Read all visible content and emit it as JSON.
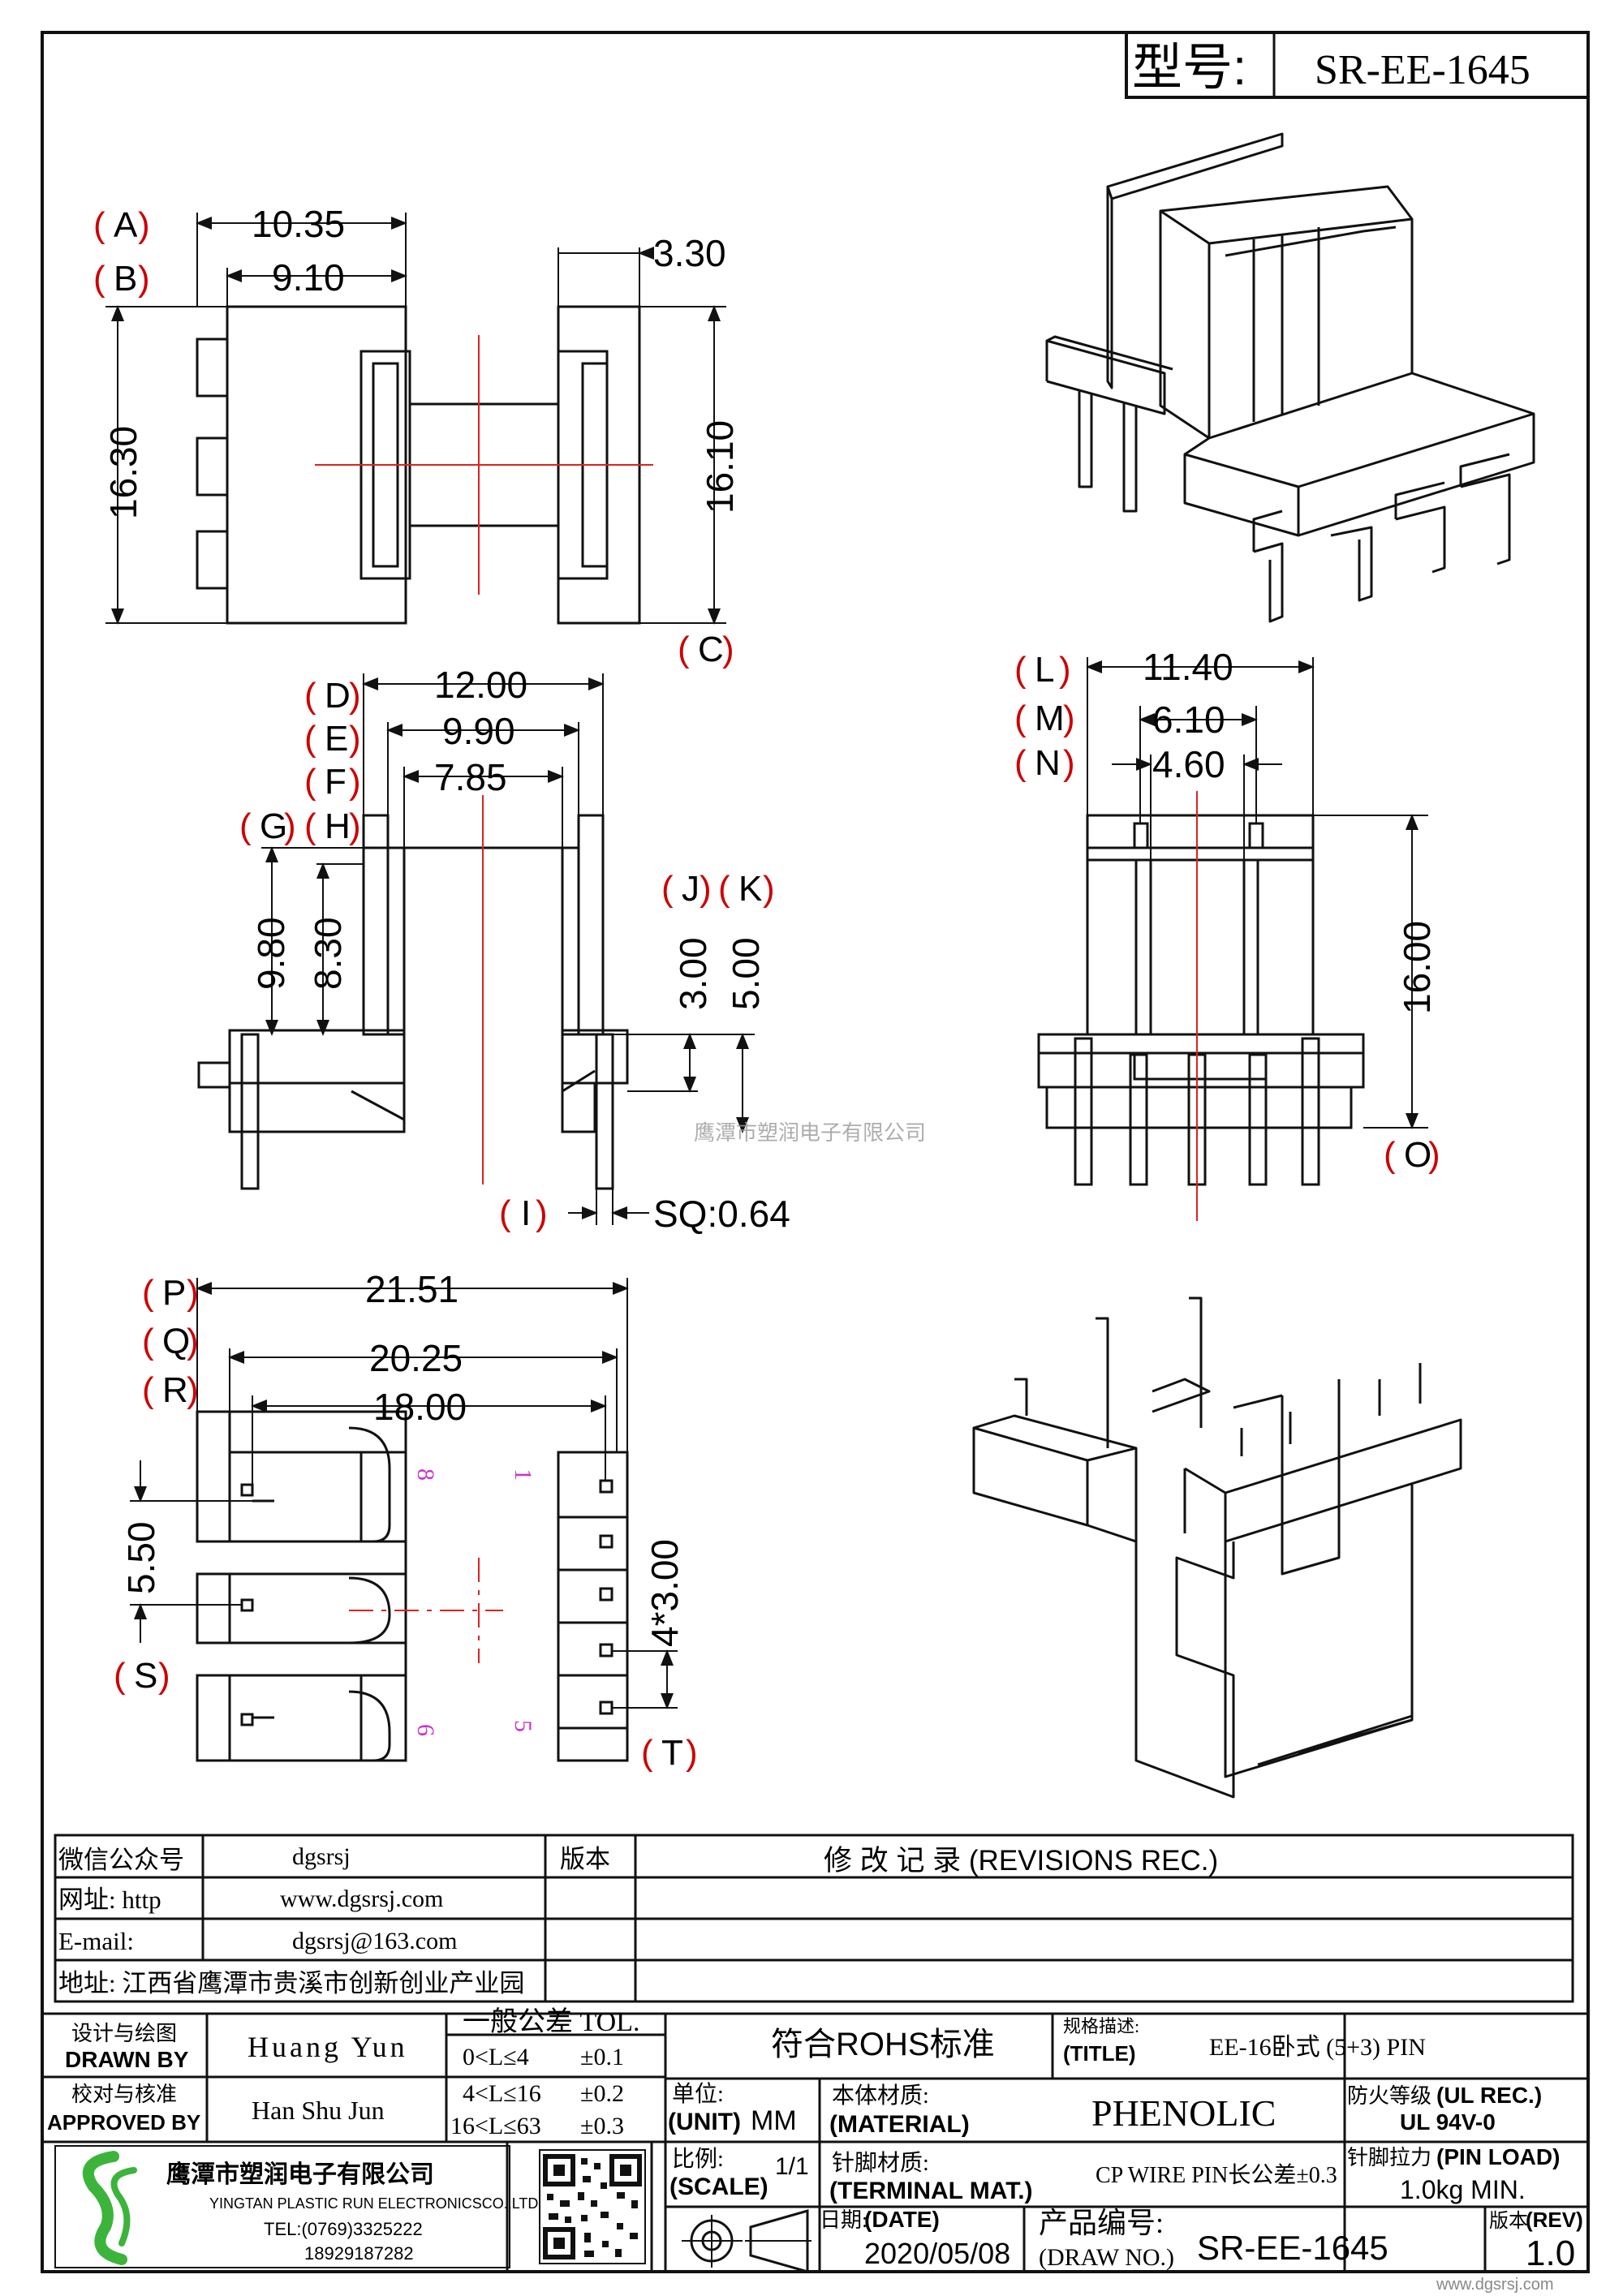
{
  "header": {
    "model_label": "型号:",
    "model_value": "SR-EE-1645"
  },
  "dims": {
    "A": {
      "tag": "A",
      "value": "10.35"
    },
    "B": {
      "tag": "B",
      "value": "9.10"
    },
    "height_left": "16.30",
    "width_side": "3.30",
    "C": {
      "tag": "C",
      "value": "16.10"
    },
    "D": {
      "tag": "D",
      "value": "12.00"
    },
    "E": {
      "tag": "E",
      "value": "9.90"
    },
    "F": {
      "tag": "F",
      "value": "7.85"
    },
    "G": {
      "tag": "G",
      "value": "9.80"
    },
    "H": {
      "tag": "H",
      "value": "8.30"
    },
    "J": {
      "tag": "J",
      "value": "3.00"
    },
    "K": {
      "tag": "K",
      "value": "5.00"
    },
    "I": {
      "tag": "I",
      "value": "SQ:0.64"
    },
    "L": {
      "tag": "L",
      "value": "11.40"
    },
    "M": {
      "tag": "M",
      "value": "6.10"
    },
    "N": {
      "tag": "N",
      "value": "4.60"
    },
    "O": {
      "tag": "O",
      "value": "16.00"
    },
    "P": {
      "tag": "P",
      "value": "21.51"
    },
    "Q": {
      "tag": "Q",
      "value": "20.25"
    },
    "R": {
      "tag": "R",
      "value": "18.00"
    },
    "S": {
      "tag": "S",
      "value": "5.50"
    },
    "T": {
      "tag": "T",
      "value": "4*3.00"
    }
  },
  "pin_numbers": {
    "p8": "8",
    "p1": "1",
    "p6": "6",
    "p5": "5"
  },
  "watermark": "鹰潭市塑润电子有限公司",
  "contact": {
    "wechat_label": "微信公众号",
    "wechat_value": "dgsrsj",
    "web_label": "网址: http",
    "web_value": "www.dgsrsj.com",
    "email_label": "E-mail:",
    "email_value": "dgsrsj@163.com",
    "address": "地址: 江西省鹰潭市贵溪市创新创业产业园"
  },
  "revisions": {
    "version_label": "版本",
    "title": "修 改 记 录 (REVISIONS REC.)"
  },
  "title_block": {
    "drawn_cn": "设计与绘图",
    "drawn_en": "DRAWN BY",
    "drawn_name": "Huang Yun",
    "approved_cn": "校对与核准",
    "approved_en": "APPROVED BY",
    "approved_name": "Han Shu Jun",
    "tol_title": "一般公差 TOL.",
    "tol_rows": [
      {
        "range": "0<L≤4",
        "tol": "±0.1"
      },
      {
        "range": "4<L≤16",
        "tol": "±0.2"
      },
      {
        "range": "16<L≤63",
        "tol": "±0.3"
      }
    ],
    "rohs": "符合ROHS标准",
    "spec_cn": "规格描述:",
    "spec_en": "(TITLE)",
    "spec_value": "EE-16卧式 (5+3) PIN",
    "unit_cn": "单位:",
    "unit_en": "(UNIT)",
    "unit_value": "MM",
    "material_cn": "本体材质:",
    "material_en": "(MATERIAL)",
    "material_value": "PHENOLIC",
    "fire_cn": "防火等级",
    "fire_en": "(UL REC.)",
    "fire_value": "UL 94V-0",
    "scale_cn": "比例:",
    "scale_en": "(SCALE)",
    "scale_value": "1/1",
    "terminal_cn": "针脚材质:",
    "terminal_en": "(TERMINAL MAT.)",
    "terminal_value": "CP WIRE  PIN长公差±0.3",
    "pinload_cn": "针脚拉力",
    "pinload_en": "(PIN LOAD)",
    "pinload_value": "1.0kg MIN.",
    "date_cn": "日期:",
    "date_en": "(DATE)",
    "date_value": "2020/05/08",
    "drawno_cn": "产品编号:",
    "drawno_en": "(DRAW NO.)",
    "drawno_value": "SR-EE-1645",
    "rev_cn": "版本",
    "rev_en": "(REV)",
    "rev_value": "1.0"
  },
  "company": {
    "name_cn": "鹰潭市塑润电子有限公司",
    "name_en": "YINGTAN PLASTIC RUN ELECTRONICSCO.,LTD",
    "tel": "TEL:(0769)3325222",
    "mobile": "18929187282",
    "logo_color": "#3cb43c"
  },
  "footer_watermark": "www.dgsrsj.com"
}
